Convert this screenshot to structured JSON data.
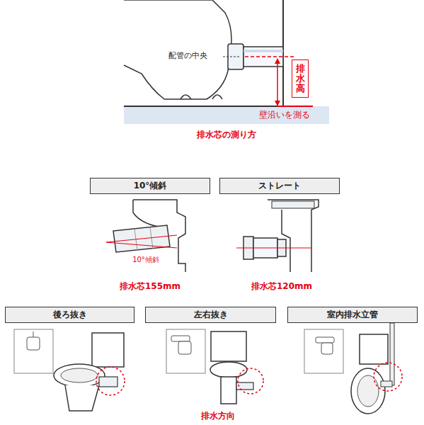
{
  "diagram": {
    "nodes": [
      {
        "text": [
          "排水高"
        ]
      },
      {
        "text": [
          "10°傾斜"
        ]
      },
      {
        "text": [
          "ストレート"
        ]
      },
      {
        "text": [
          "後ろ抜き"
        ]
      },
      {
        "text": [
          "左右抜き"
        ]
      },
      {
        "text": [
          "室内排水立管"
        ]
      }
    ],
    "labels": [
      "配管の中央",
      "壁沿いを測る",
      "排水芯の測り方",
      "10°傾斜",
      "排水芯155mm",
      "排水芯120mm",
      "排水方向"
    ]
  }
}
